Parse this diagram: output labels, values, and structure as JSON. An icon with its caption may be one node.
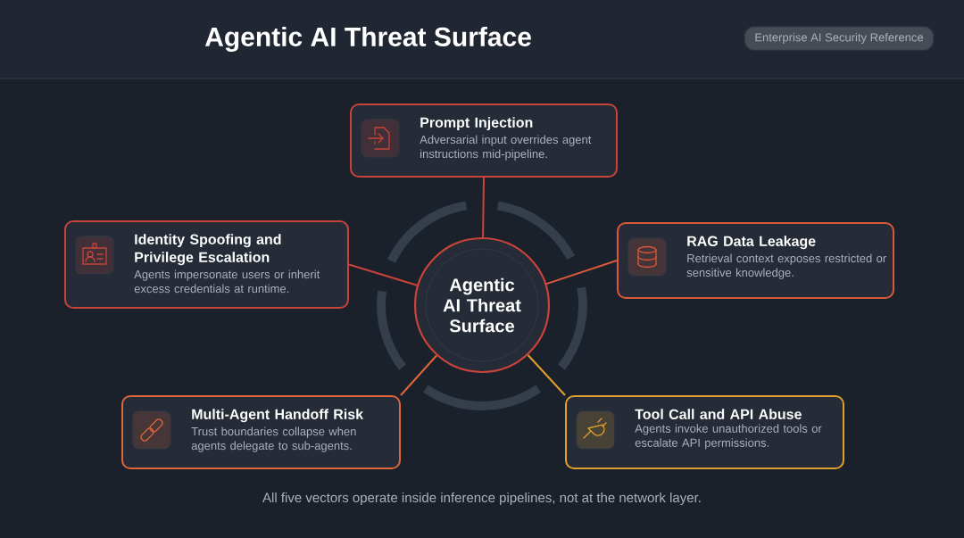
{
  "diagram": {
    "title": "Agentic AI Threat Surface",
    "caption": "All five vectors operate inside inference pipelines, not at the network layer.",
    "labels": [
      "Enterprise AI Security Reference"
    ],
    "nodes": [
      {
        "text": [
          "Agentic AI Threat Surface"
        ]
      },
      {
        "text": [
          "Prompt Injection",
          "Adversarial input overrides agent instructions mid-pipeline."
        ]
      },
      {
        "text": [
          "Identity Spoofing and Privilege Escalation",
          "Agents impersonate users or inherit excess credentials at runtime."
        ]
      },
      {
        "text": [
          "RAG Data Leakage",
          "Retrieval context exposes restricted or sensitive knowledge."
        ]
      },
      {
        "text": [
          "Multi-Agent Handoff Risk",
          "Trust boundaries collapse when agents delegate to sub-agents."
        ]
      },
      {
        "text": [
          "Tool Call and API Abuse",
          "Agents invoke unauthorized tools or escalate API permissions."
        ]
      }
    ],
    "edges": [
      {
        "from": 0,
        "to": 1,
        "arrow": "none"
      },
      {
        "from": 0,
        "to": 2,
        "arrow": "none"
      },
      {
        "from": 0,
        "to": 3,
        "arrow": "none",
        "color": "#d9593a"
      },
      {
        "from": 0,
        "to": 4,
        "arrow": "none",
        "color": "#e0663a"
      },
      {
        "from": 0,
        "to": 5,
        "arrow": "none",
        "color": "#e0a030"
      }
    ]
  }
}
